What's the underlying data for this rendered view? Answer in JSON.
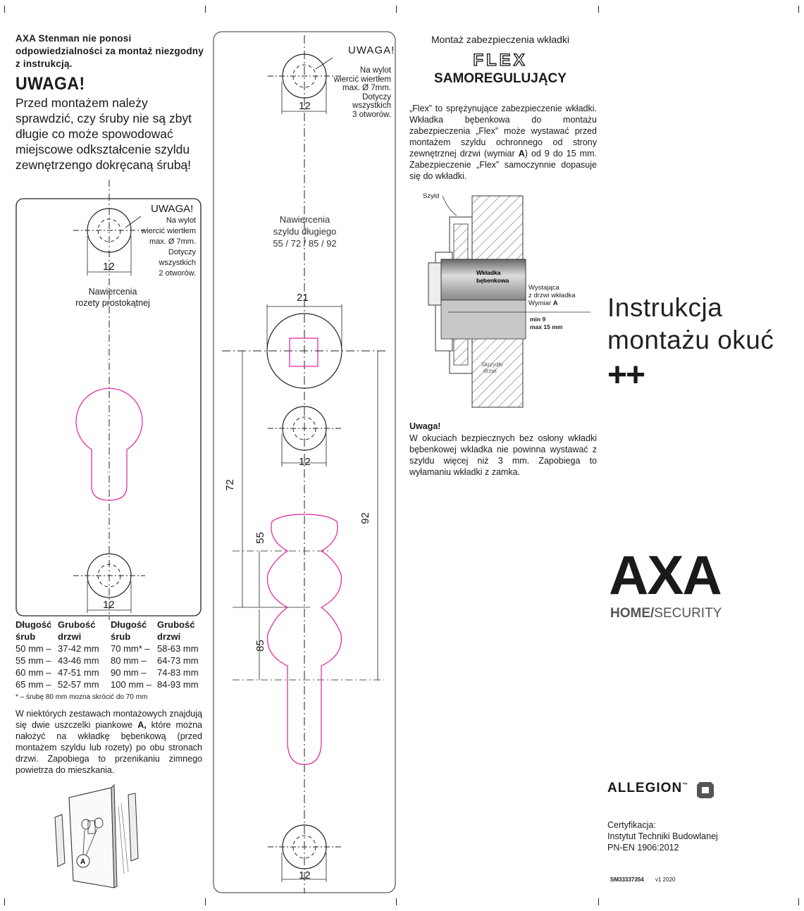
{
  "left": {
    "disclaimer": "AXA Stenman nie ponosi odpowiedzialności za montaż niezgodny z instrukcją.",
    "warning_title": "UWAGA!",
    "warning_text": "Przed montażem należy sprawdzić, czy śruby nie są zbyt długie co może spowodować miejscowe odkształcenie szyldu zewnętrzengo dokręcaną śrubą!",
    "rozeta_note_title": "UWAGA!",
    "rozeta_note_lines": [
      "Na wylot",
      "wiercić wiertłem",
      "max. Ø 7mm.",
      "Dotyczy",
      "wszystkich",
      "2 otworów."
    ],
    "rozeta_label_1": "Nawiercenia",
    "rozeta_label_2": "rozety  prostokątnej",
    "dim_12_top": "12",
    "dim_12_bottom": "12",
    "table_headers": [
      "Długość śrub",
      "Grubość drzwi",
      "Długość śrub",
      "Grubość drzwi"
    ],
    "table_rows": [
      [
        "50 mm",
        "37-42 mm",
        "70 mm*",
        "58-63 mm"
      ],
      [
        "55 mm",
        "43-46 mm",
        "80 mm",
        "64-73 mm"
      ],
      [
        "60 mm",
        "47-51 mm",
        "90 mm",
        "74-83 mm"
      ],
      [
        "65 mm",
        "52-57 mm",
        "100 mm",
        "84-93 mm"
      ]
    ],
    "table_footnote": "* – śrubę 80 mm mozna skrócić do 70 mm",
    "seal_text_1": "W niektórych zestawach montażowych znajdują się dwie uszczelki piankowe ",
    "seal_text_bold": "A,",
    "seal_text_2": " które można nałożyć na wkładkę bębenkową (przed montażem szyldu lub rozety) po obu stronach drzwi. Zapobiega to przenikaniu zimnego powietrza do mieszkania.",
    "seal_callout": "A"
  },
  "middle": {
    "note_title": "UWAGA!",
    "note_lines": [
      "Na wylot",
      "wiercić wiertłem",
      "max. Ø 7mm.",
      "Dotyczy",
      "wszystkich",
      "3 otworów."
    ],
    "label_lines": [
      "Nawiercenia",
      "szyldu długiego",
      "55 / 72 / 85 / 92"
    ],
    "dim_12_a": "12",
    "dim_21": "21",
    "dim_12_b": "12",
    "dim_72": "72",
    "dim_55": "55",
    "dim_92": "92",
    "dim_85": "85",
    "dim_12_c": "12"
  },
  "right": {
    "heading": "Montaż zabezpieczenia wkładki",
    "flex_logo": "FLEX",
    "samoreg": "SAMOREGULUJĄCY",
    "flex_desc_1": "„Flex” to sprężynujące zabezpieczenie wkładki. Wkładka bębenkowa do montażu zabezpieczenia „Flex” może wystawać przed montażem szyldu ochronnego od strony zewnętrznej drzwi (wymiar ",
    "flex_desc_bold": "A",
    "flex_desc_2": ") od 9 do 15 mm. Zabezpieczenie „Flex” samoczynnie dopasuje się do wkładki.",
    "diagram_szyld": "Szyld",
    "diagram_wkladka_1": "Wkładka",
    "diagram_wkladka_2": "bębenkowa",
    "diagram_wyst_1": "Wystająca",
    "diagram_wyst_2": "z drzwi wkładka",
    "diagram_wyst_3": "Wymiar ",
    "diagram_wyst_bold": "A",
    "diagram_min": "min 9",
    "diagram_max": "max 15 mm",
    "diagram_skrzydlo_1": "Skrzydło",
    "diagram_skrzydlo_2": "drzwi",
    "uwaga_title": "Uwaga!",
    "uwaga_text": "W okuciach bezpiecznych bez osłony wkładki bębenkowej wkladka nie powinna wystawać z szyldu więcej niż 3 mm. Zapobiega to wyłamaniu wkładki z zamka."
  },
  "cover": {
    "title_line1": "Instrukcja",
    "title_line2": "montażu okuć",
    "plus": "++",
    "brand": "AXA",
    "brand_sub_home": "HOME",
    "brand_sub_security": "SECURITY",
    "allegion": "ALLEGION",
    "tm": "™",
    "cert_1": "Certyfikacja:",
    "cert_2": "Instytut Techniki Budowlanej",
    "cert_3": "PN-EN 1906:2012",
    "code": "SM33337354",
    "version": "v1  2020"
  },
  "colors": {
    "pink": "#e0209a",
    "dark": "#1a1a1a"
  }
}
